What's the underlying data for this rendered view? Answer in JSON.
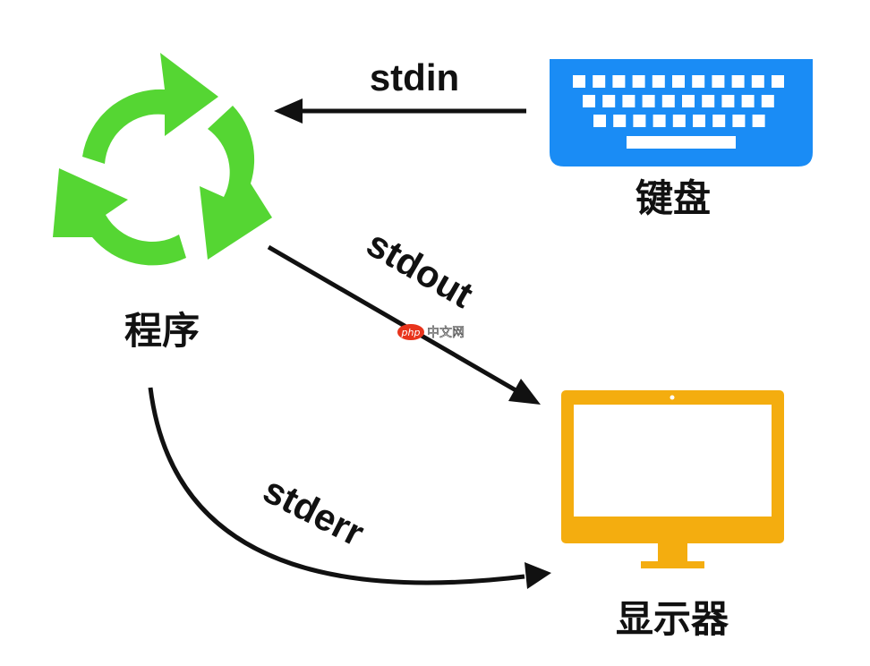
{
  "nodes": {
    "program": {
      "label": "程序",
      "icon": "recycle-cycle-icon",
      "color": "#55d633"
    },
    "keyboard": {
      "label": "键盘",
      "icon": "keyboard-icon",
      "color": "#1a8cf5"
    },
    "display": {
      "label": "显示器",
      "icon": "monitor-icon",
      "color": "#f4ad0f"
    }
  },
  "edges": {
    "stdin": {
      "label": "stdin",
      "from": "keyboard",
      "to": "program"
    },
    "stdout": {
      "label": "stdout",
      "from": "program",
      "to": "display"
    },
    "stderr": {
      "label": "stderr",
      "from": "program",
      "to": "display"
    }
  },
  "watermark": {
    "brand": "php",
    "text": "中文网"
  }
}
